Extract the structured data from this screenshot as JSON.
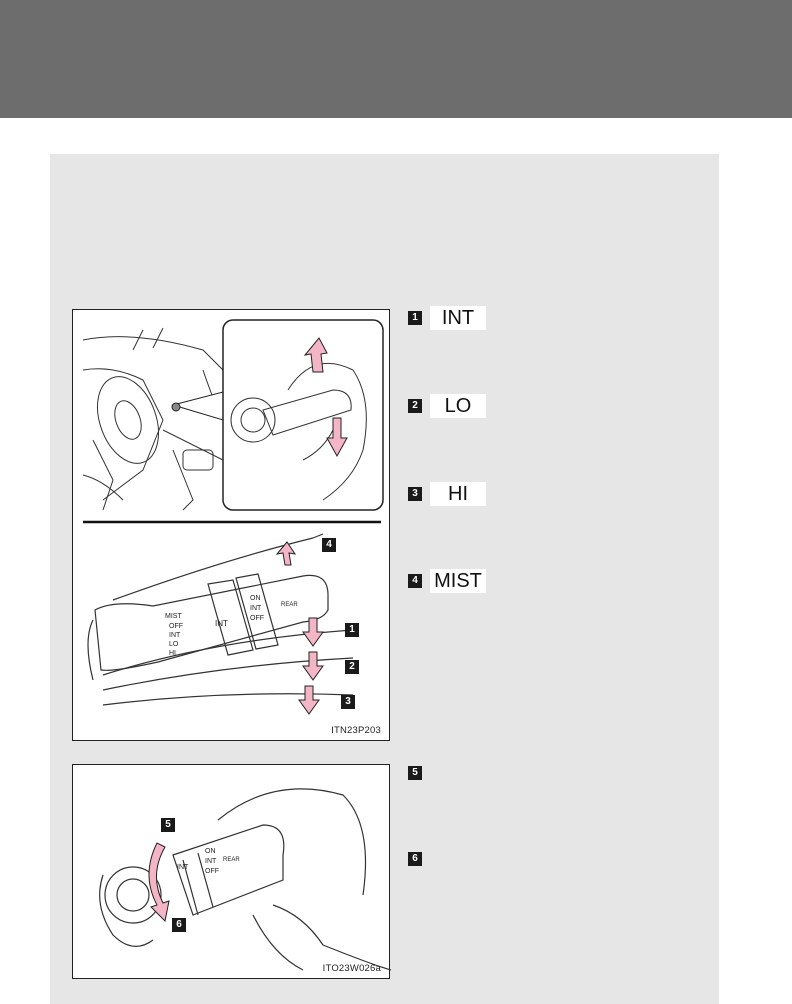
{
  "legend": {
    "int_label": "INT",
    "lo_label": "LO",
    "hi_label": "HI",
    "mist_label": "MIST",
    "badges": [
      "1",
      "2",
      "3",
      "4",
      "5",
      "6"
    ]
  },
  "figure1": {
    "code": "ITN23P203",
    "stalk_labels": {
      "mist": "MIST",
      "off": "OFF",
      "int": "INT",
      "lo": "LO",
      "hi": "HI",
      "ring_int": "INT",
      "on": "ON",
      "int2": "INT",
      "off2": "OFF",
      "rear": "REAR"
    }
  },
  "figure2": {
    "code": "ITO23W026a",
    "ring_labels": {
      "int": "INT",
      "on": "ON",
      "int2": "INT",
      "off": "OFF",
      "rear": "REAR"
    }
  },
  "colors": {
    "header": "#6d6d6d",
    "panel": "#e6e6e6",
    "arrow_fill": "#f4b6c6",
    "arrow_stroke": "#222222"
  }
}
